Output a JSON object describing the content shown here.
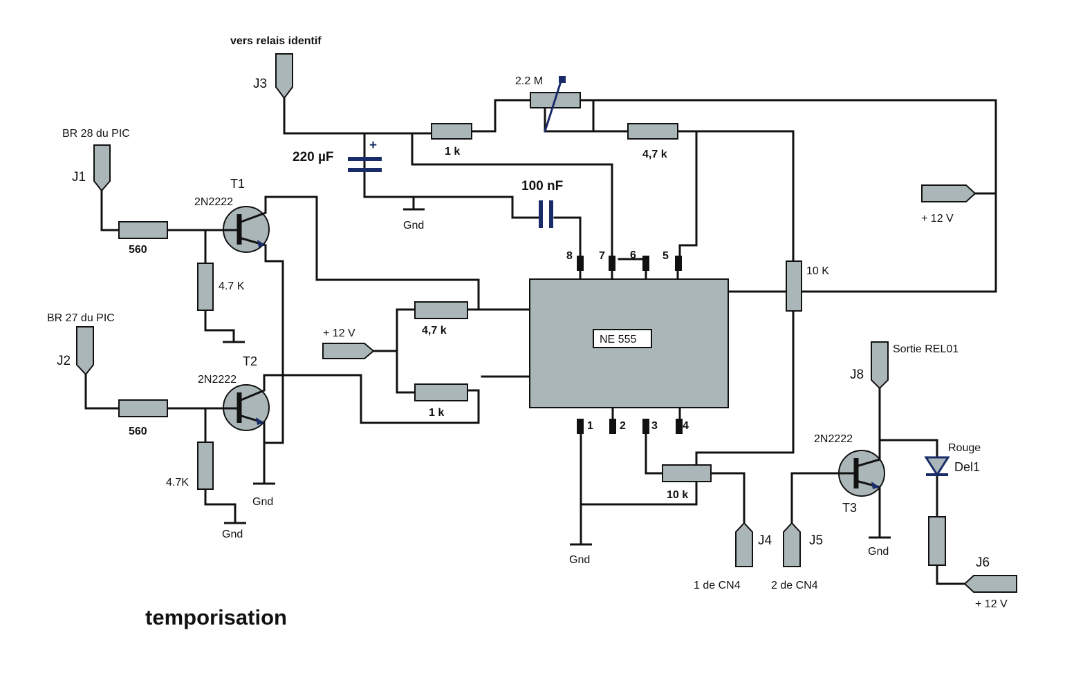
{
  "connectors": {
    "j1": {
      "name": "J1",
      "label": "BR 28 du PIC"
    },
    "j2": {
      "name": "J2",
      "label": "BR 27 du PIC"
    },
    "j3": {
      "name": "J3",
      "label": "vers relais identif"
    },
    "j4": {
      "name": "J4",
      "label": "1 de CN4"
    },
    "j5": {
      "name": "J5",
      "label": "2 de CN4"
    },
    "j6": {
      "name": "J6",
      "label": "+ 12 V"
    },
    "j8": {
      "name": "J8",
      "label": "Sortie REL01"
    },
    "supply_right": "+ 12 V",
    "supply_mid": "+ 12 V"
  },
  "components": {
    "t1": {
      "name": "T1",
      "type": "2N2222"
    },
    "t2": {
      "name": "T2",
      "type": "2N2222"
    },
    "t3": {
      "name": "T3",
      "type": "2N2222"
    },
    "r_560_a": "560",
    "r_560_b": "560",
    "r_4k7_a": "4.7 K",
    "r_4k7_b": "4.7K",
    "r_1k_top": "1 k",
    "r_4k7_top": "4,7 k",
    "r_4k7_mid": "4,7 k",
    "r_1k_mid": "1 k",
    "r_10k_v": "10 K",
    "r_10k_h": "10 k",
    "pot": "2.2 M",
    "cap_220": "220 µF",
    "cap_plus": "+",
    "cap_100": "100 nF",
    "ic": "NE 555",
    "led_color": "Rouge",
    "led_name": "Del1"
  },
  "ic_pins": [
    "1",
    "2",
    "3",
    "4",
    "5",
    "6",
    "7",
    "8"
  ],
  "grounds": [
    "Gnd",
    "Gnd",
    "Gnd",
    "Gnd",
    "Gnd",
    "Gnd"
  ],
  "title": "temporisation",
  "colors": {
    "part_fill": "#aab6b8",
    "wire": "#111111",
    "capacitor_plate": "#1a2b6a",
    "led": "#1a2b6a"
  }
}
